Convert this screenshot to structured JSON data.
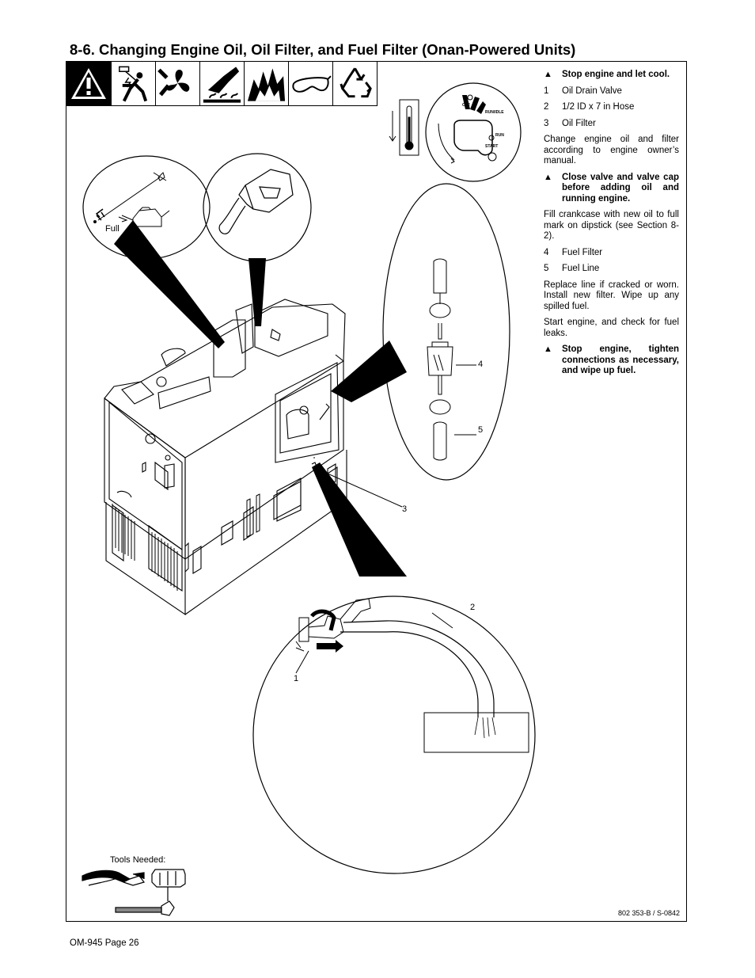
{
  "section_title": "8-6.   Changing Engine Oil, Oil Filter, and Fuel Filter (Onan-Powered Units)",
  "labels": {
    "full": "Full",
    "tools_needed": "Tools Needed:",
    "n1": "1",
    "n2": "2",
    "n3": "3",
    "n4": "4",
    "n5": "5",
    "switch_off": "OFF",
    "switch_run_idle": "RUN/IDLE",
    "switch_run": "RUN",
    "switch_start": "START"
  },
  "instructions": [
    {
      "type": "warning",
      "text": "Stop engine and let cool."
    },
    {
      "type": "item",
      "num": "1",
      "text": "Oil Drain Valve"
    },
    {
      "type": "item",
      "num": "2",
      "text": "1/2 ID x 7 in Hose"
    },
    {
      "type": "item",
      "num": "3",
      "text": "Oil Filter"
    },
    {
      "type": "para",
      "text": "Change engine oil and filter according to engine owner’s manual."
    },
    {
      "type": "warning",
      "text": "Close valve and valve cap before adding oil and running engine."
    },
    {
      "type": "para",
      "text": "Fill crankcase with new oil to full mark on dipstick (see Section 8-2)."
    },
    {
      "type": "item",
      "num": "4",
      "text": "Fuel Filter"
    },
    {
      "type": "item",
      "num": "5",
      "text": "Fuel Line"
    },
    {
      "type": "para",
      "text": "Replace line if cracked or worn. Install new filter. Wipe up any spilled fuel."
    },
    {
      "type": "para",
      "text": "Start engine, and check for fuel leaks."
    },
    {
      "type": "warning",
      "text": "Stop engine, tighten connections as necessary, and wipe up fuel."
    }
  ],
  "hazard_icons": [
    "warning-icon",
    "electric-shock-icon",
    "fan-hazard-icon",
    "hot-surface-icon",
    "fire-icon",
    "safety-glasses-icon",
    "recycle-icon"
  ],
  "doc_number": "802 353-B / S-0842",
  "footer": "OM-945 Page 26"
}
